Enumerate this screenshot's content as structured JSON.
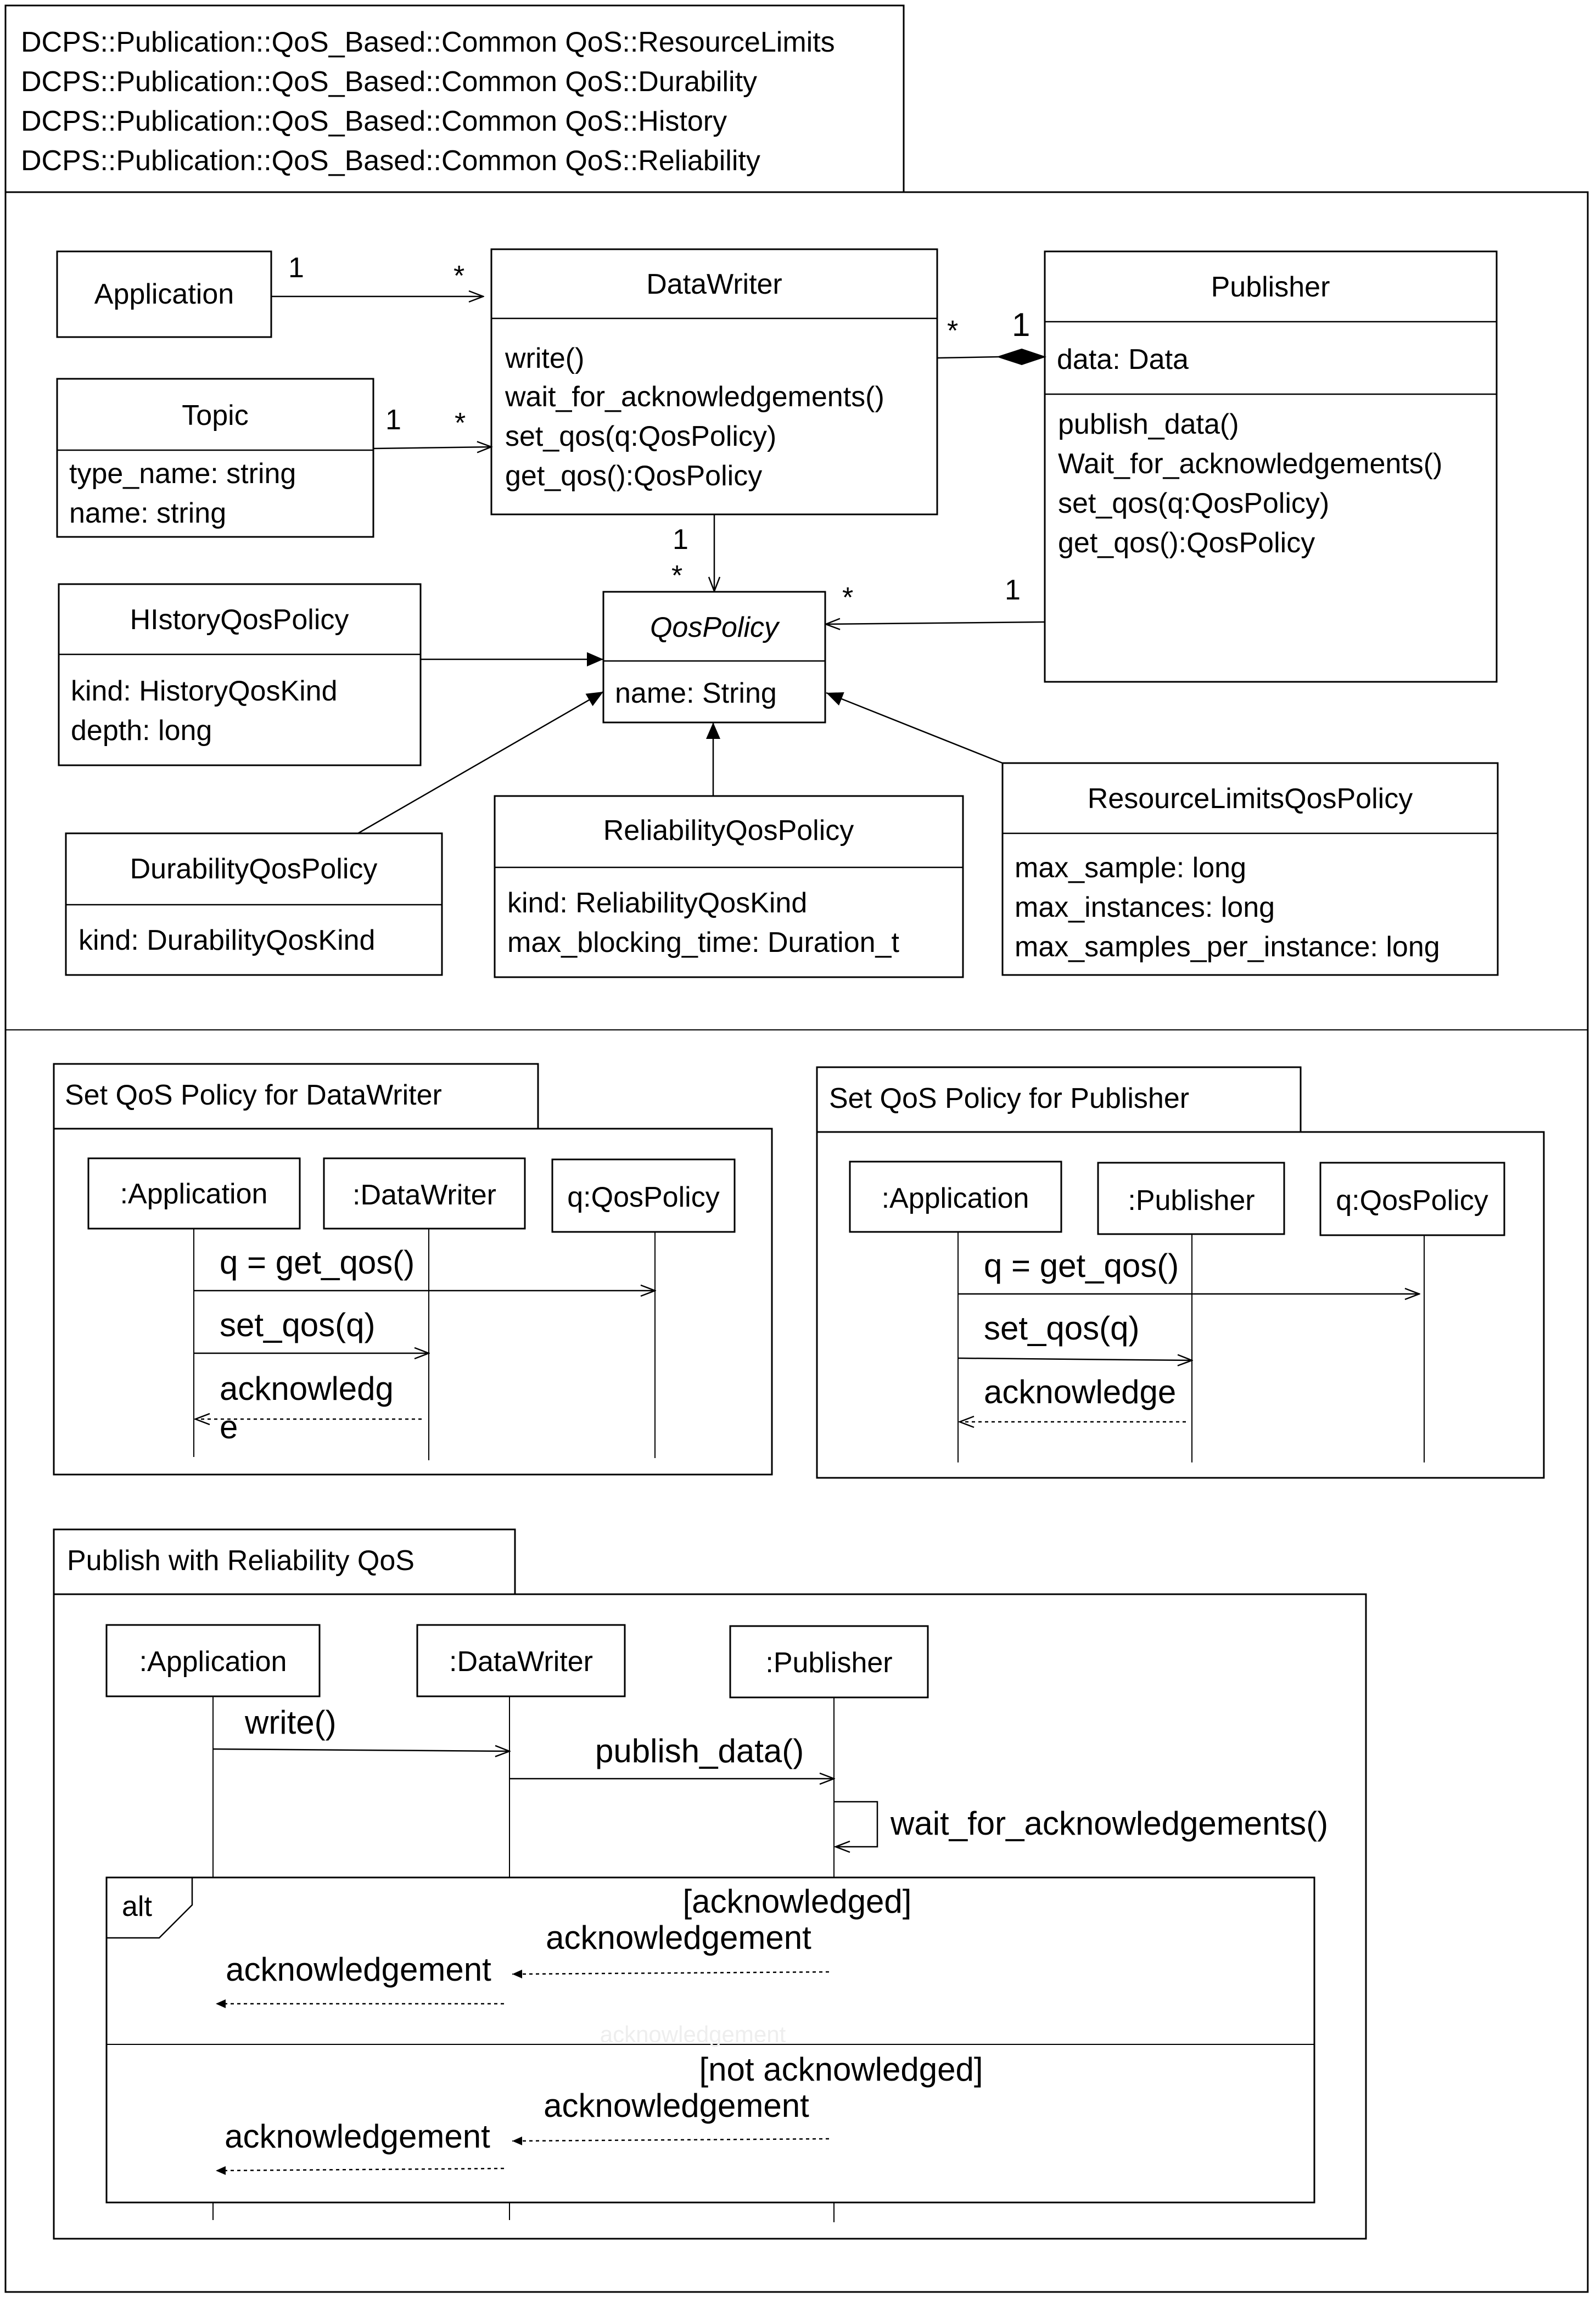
{
  "packages": [
    "DCPS::Publication::QoS_Based::Common QoS::ResourceLimits",
    "DCPS::Publication::QoS_Based::Common QoS::Durability",
    "DCPS::Publication::QoS_Based::Common QoS::History",
    "DCPS::Publication::QoS_Based::Common QoS::Reliability"
  ],
  "class_diagram": {
    "application": "Application",
    "datawriter": {
      "name": "DataWriter",
      "methods": [
        "write()",
        "wait_for_acknowledgements()",
        "set_qos(q:QosPolicy)",
        "get_qos():QosPolicy"
      ]
    },
    "publisher": {
      "name": "Publisher",
      "attributes": [
        "data: Data"
      ],
      "methods": [
        "publish_data()",
        "Wait_for_acknowledgements()",
        "set_qos(q:QosPolicy)",
        "get_qos():QosPolicy"
      ]
    },
    "topic": {
      "name": "Topic",
      "attributes": [
        "type_name: string",
        "name: string"
      ]
    },
    "qospolicy": {
      "name": "QosPolicy",
      "attributes": [
        "name: String"
      ]
    },
    "historyqospolicy": {
      "name": "HIstoryQosPolicy",
      "attributes": [
        "kind: HistoryQosKind",
        "depth: long"
      ]
    },
    "durabilityqospolicy": {
      "name": "DurabilityQosPolicy",
      "attributes": [
        "kind: DurabilityQosKind"
      ]
    },
    "reliabilityqospolicy": {
      "name": "ReliabilityQosPolicy",
      "attributes": [
        "kind: ReliabilityQosKind",
        "max_blocking_time: Duration_t"
      ]
    },
    "resourcelimitsqospolicy": {
      "name": "ResourceLimitsQosPolicy",
      "attributes": [
        "max_sample: long",
        "max_instances: long",
        "max_samples_per_instance: long"
      ]
    },
    "multiplicities": {
      "app_dw_source": "1",
      "app_dw_target": "*",
      "topic_dw_source": "1",
      "topic_dw_target": "*",
      "dw_pub_source": "*",
      "dw_pub_target": "1",
      "dw_qos_source": "1",
      "dw_qos_target": "*",
      "pub_qos_source": "1",
      "pub_qos_target": "*"
    }
  },
  "seq_set_qos_datawriter": {
    "title": "Set QoS Policy for DataWriter",
    "lifelines": [
      ":Application",
      ":DataWriter",
      "q:QosPolicy"
    ],
    "messages": [
      "q = get_qos()",
      "set_qos(q)"
    ],
    "reply_line1": "acknowledg",
    "reply_line2": "e"
  },
  "seq_set_qos_publisher": {
    "title": "Set QoS Policy for Publisher",
    "lifelines": [
      ":Application",
      ":Publisher",
      "q:QosPolicy"
    ],
    "messages": [
      "q = get_qos()",
      "set_qos(q)",
      "acknowledge"
    ]
  },
  "seq_publish": {
    "title": "Publish with Reliability QoS",
    "lifelines": [
      ":Application",
      ":DataWriter",
      ":Publisher"
    ],
    "messages": [
      "write()",
      "publish_data()",
      "wait_for_acknowledgements()"
    ],
    "alt_label": "alt",
    "guard1": "[acknowledged]",
    "guard2": "[not acknowledged]",
    "reply": "acknowledgement"
  }
}
